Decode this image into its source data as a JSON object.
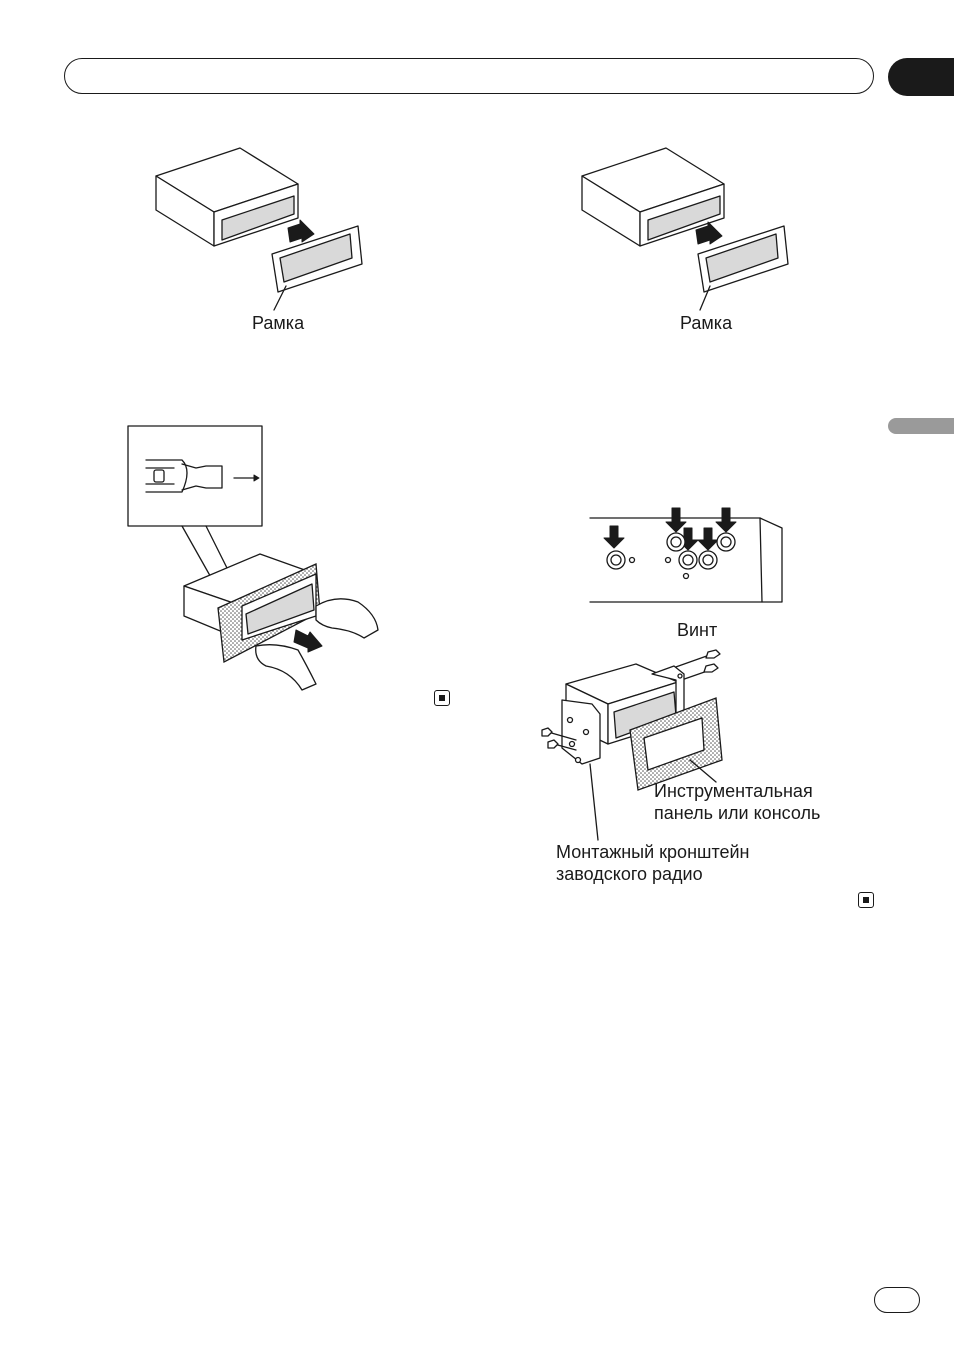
{
  "labels": {
    "frame_left": "Рамка",
    "frame_right": "Рамка",
    "screw": "Винт",
    "dashboard_line1": "Инструментальная",
    "dashboard_line2": "панель или консоль",
    "bracket_line1": "Монтажный кронштейн",
    "bracket_line2": "заводского радио"
  }
}
